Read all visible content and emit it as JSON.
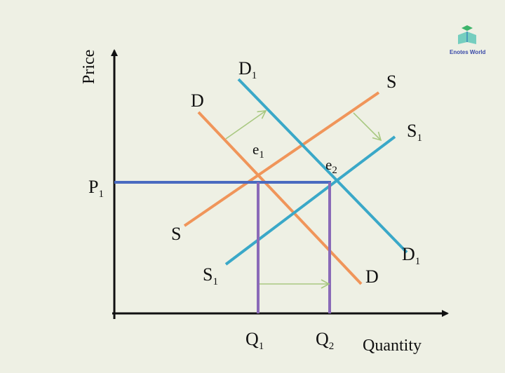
{
  "axes": {
    "y_label": "Price",
    "x_label": "Quantity"
  },
  "labels": {
    "p1": {
      "main": "P",
      "sub": "1"
    },
    "q1": {
      "main": "Q",
      "sub": "1"
    },
    "q2": {
      "main": "Q",
      "sub": "2"
    },
    "e1": {
      "main": "e",
      "sub": "1"
    },
    "e2": {
      "main": "e",
      "sub": "2"
    },
    "d_top": "D",
    "d_bottom": "D",
    "s_top": "S",
    "s_bottom": "S",
    "d1_top": {
      "main": "D",
      "sub": "1"
    },
    "d1_bottom": {
      "main": "D",
      "sub": "1"
    },
    "s1_top": {
      "main": "S",
      "sub": "1"
    },
    "s1_bottom": {
      "main": "S",
      "sub": "1"
    }
  },
  "logo": {
    "text": "Enotes World"
  },
  "colors": {
    "background": "#eef0e4",
    "original_curves": "#f0955a",
    "shifted_curves": "#3aa8c8",
    "price_line": "#4a6ac0",
    "quantity_lines": "#8a6ab8",
    "shift_arrows": "#a8c880",
    "axes": "#111111"
  }
}
